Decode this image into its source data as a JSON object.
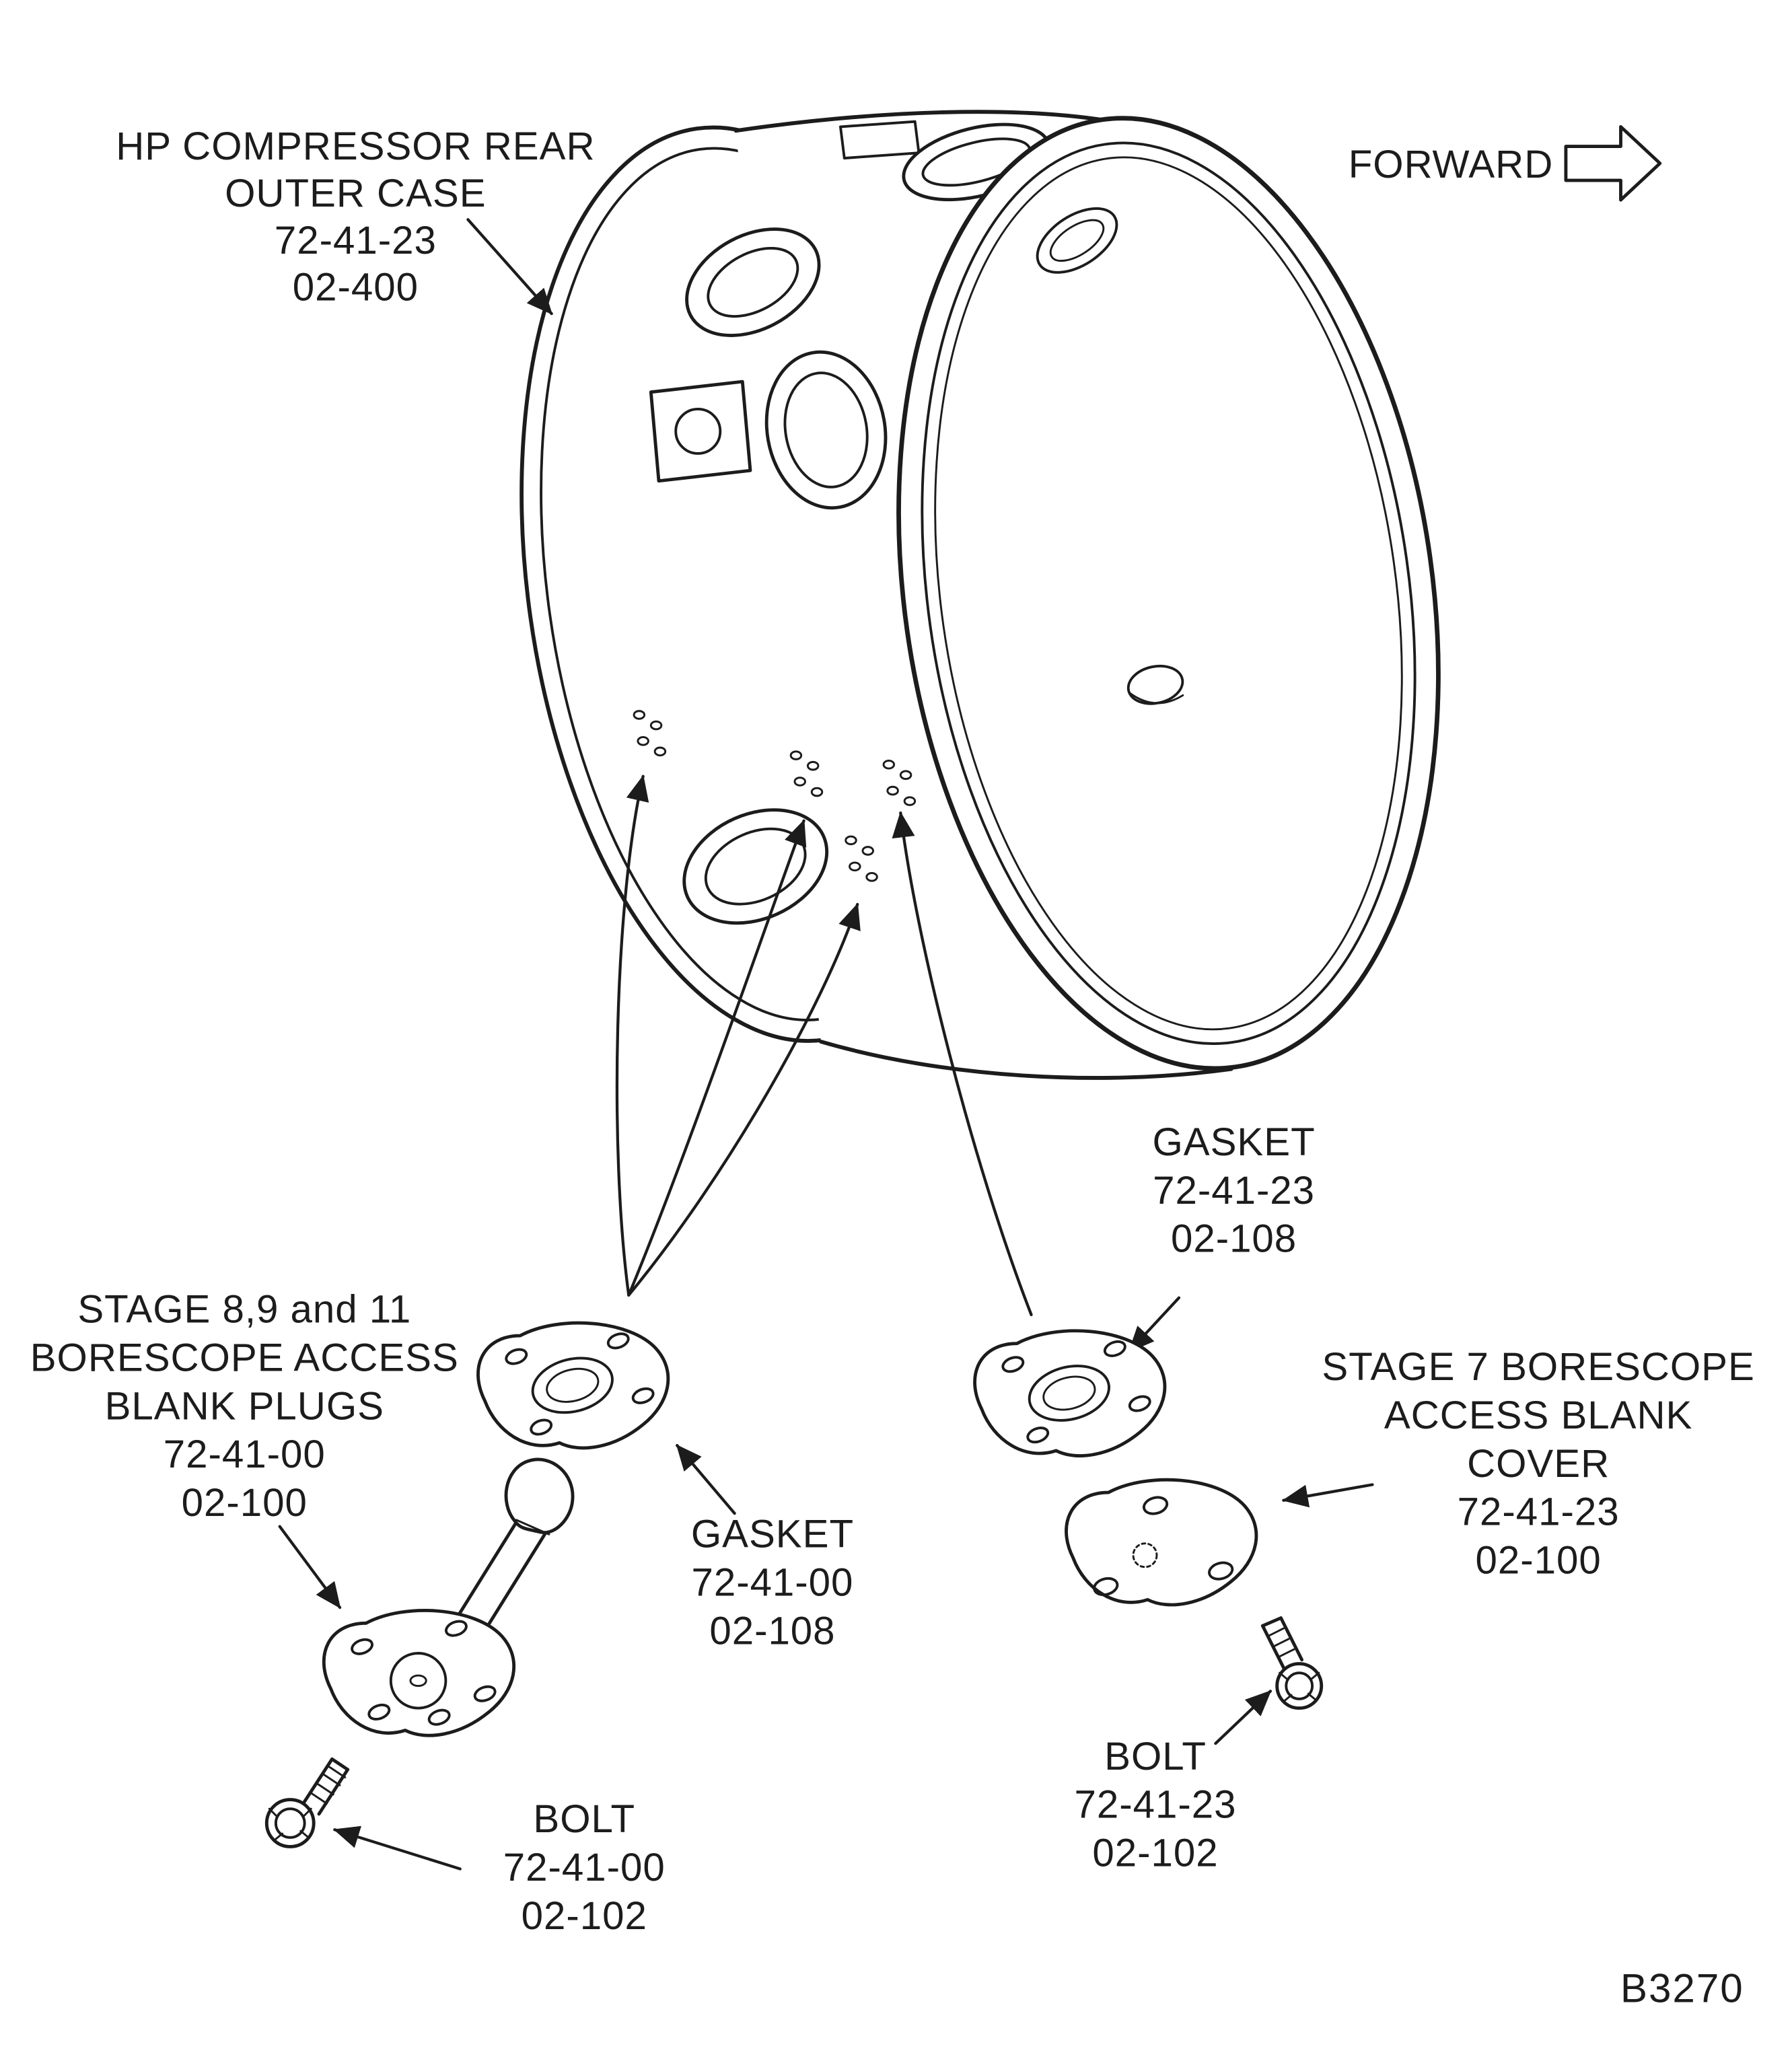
{
  "figure": {
    "figure_code": "B3270",
    "ink_color": "#1c1c1c",
    "paper_color": "#ffffff",
    "direction": {
      "label": "FORWARD"
    },
    "callouts": {
      "outer_case": {
        "lines": [
          "HP COMPRESSOR REAR",
          "OUTER CASE",
          "72-41-23",
          "02-400"
        ]
      },
      "gasket_stage7": {
        "lines": [
          "GASKET",
          "72-41-23",
          "02-108"
        ]
      },
      "stage_8_9_11_plugs": {
        "lines": [
          "STAGE 8,9 and 11",
          "BORESCOPE ACCESS",
          "BLANK PLUGS",
          "72-41-00",
          "02-100"
        ]
      },
      "gasket_stage_8_9_11": {
        "lines": [
          "GASKET",
          "72-41-00",
          "02-108"
        ]
      },
      "stage7_cover": {
        "lines": [
          "STAGE 7 BORESCOPE",
          "ACCESS BLANK",
          "COVER",
          "72-41-23",
          "02-100"
        ]
      },
      "bolt_stage_8_9_11": {
        "lines": [
          "BOLT",
          "72-41-00",
          "02-102"
        ]
      },
      "bolt_stage7": {
        "lines": [
          "BOLT",
          "72-41-23",
          "02-102"
        ]
      }
    }
  }
}
